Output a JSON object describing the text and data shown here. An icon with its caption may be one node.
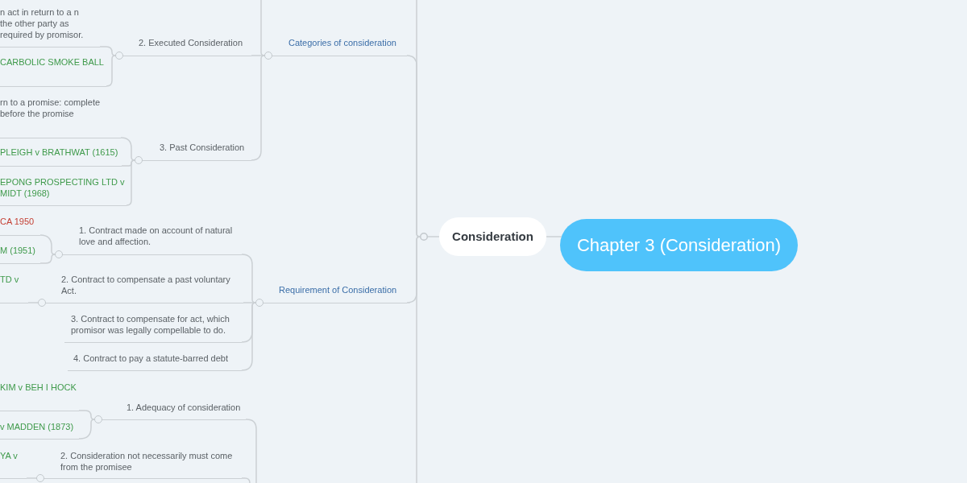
{
  "diagram": {
    "nodes": [
      {
        "text": [
          "Chapter 3 (Consideration)"
        ]
      },
      {
        "text": [
          "Consideration"
        ]
      },
      {
        "text": [
          "Categories of consideration"
        ]
      },
      {
        "text": [
          "2. Executed Consideration"
        ]
      },
      {
        "text": [
          "n act in return to a n the other party as required by promisor."
        ]
      },
      {
        "text": [
          "CARBOLIC SMOKE BALL"
        ]
      },
      {
        "text": [
          "3. Past Consideration"
        ]
      },
      {
        "text": [
          "rn to a promise: complete before the promise"
        ]
      },
      {
        "text": [
          "PLEIGH v BRATHWAT (1615)"
        ]
      },
      {
        "text": [
          "EPONG PROSPECTING LTD v MIDT (1968)"
        ]
      },
      {
        "text": [
          "Requirement of Consideration"
        ]
      },
      {
        "text": [
          "1. Contract made on account of natural love and affection."
        ]
      },
      {
        "text": [
          "CA 1950"
        ]
      },
      {
        "text": [
          "M (1951)"
        ]
      },
      {
        "text": [
          "2. Contract to compensate a past voluntary Act."
        ]
      },
      {
        "text": [
          "TD v"
        ]
      },
      {
        "text": [
          "3. Contract to compensate for act, which promisor was legally compellable to do."
        ]
      },
      {
        "text": [
          "4. Contract to pay a statute-barred debt"
        ]
      },
      {
        "text": [
          "1. Adequacy of consideration"
        ]
      },
      {
        "text": [
          "KIM v BEH I HOCK"
        ]
      },
      {
        "text": [
          "v MADDEN (1873)"
        ]
      },
      {
        "text": [
          "2. Consideration not necessarily must come from the promisee"
        ]
      },
      {
        "text": [
          "YA v"
        ]
      }
    ],
    "edges": [
      {
        "from": 0,
        "to": 1,
        "arrow": "none"
      },
      {
        "from": 1,
        "to": null,
        "arrow": "none"
      },
      {
        "from": 1,
        "to": 2,
        "arrow": "none"
      },
      {
        "from": 1,
        "to": 10,
        "arrow": "none"
      },
      {
        "from": 1,
        "to": null,
        "arrow": "none"
      },
      {
        "from": 2,
        "to": null,
        "arrow": "none"
      },
      {
        "from": 2,
        "to": 3,
        "arrow": "none"
      },
      {
        "from": 2,
        "to": 6,
        "arrow": "none"
      },
      {
        "from": 3,
        "to": 4,
        "arrow": "none"
      },
      {
        "from": 3,
        "to": 5,
        "arrow": "none"
      },
      {
        "from": 6,
        "to": 7,
        "arrow": "none"
      },
      {
        "from": 6,
        "to": 8,
        "arrow": "none"
      },
      {
        "from": 6,
        "to": 9,
        "arrow": "none"
      },
      {
        "from": 10,
        "to": 11,
        "arrow": "none"
      },
      {
        "from": 10,
        "to": 14,
        "arrow": "none"
      },
      {
        "from": 10,
        "to": 16,
        "arrow": "none"
      },
      {
        "from": 10,
        "to": 17,
        "arrow": "none"
      },
      {
        "from": 11,
        "to": 12,
        "arrow": "none"
      },
      {
        "from": 11,
        "to": 13,
        "arrow": "none"
      },
      {
        "from": 14,
        "to": 15,
        "arrow": "none"
      },
      {
        "from": null,
        "to": 18,
        "arrow": "none"
      },
      {
        "from": null,
        "to": 21,
        "arrow": "none"
      },
      {
        "from": 18,
        "to": 19,
        "arrow": "none"
      },
      {
        "from": 18,
        "to": 20,
        "arrow": "none"
      },
      {
        "from": 21,
        "to": 22,
        "arrow": "none"
      }
    ]
  }
}
